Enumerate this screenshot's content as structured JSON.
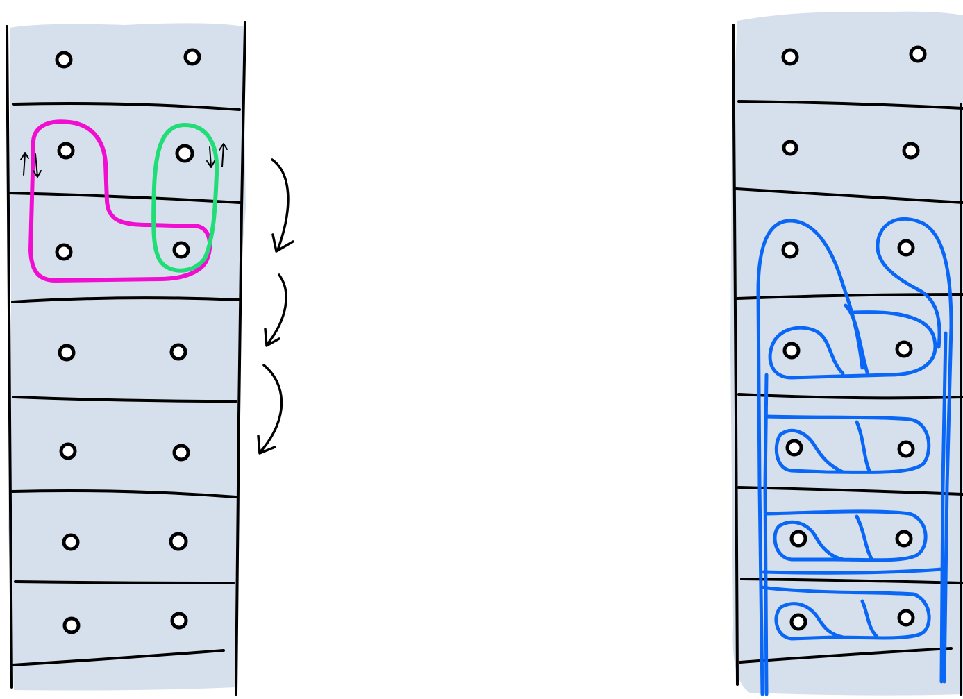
{
  "colors": {
    "panel_fill": "#d5e0ec",
    "ink": "#000000",
    "site_fill": "#ffffff",
    "magenta_loop": "#f00fd0",
    "green_loop": "#22dd77",
    "blue_loop": "#0a66f5"
  },
  "left_panel": {
    "row_count": 7,
    "sites_per_row": 2,
    "spin_arrows": [
      "↑↓",
      "↓↑"
    ],
    "highlighted_pairs": [
      "magenta-l-shape",
      "green-vertical-pair"
    ]
  },
  "flow_arrows": {
    "count": 3,
    "direction": "down"
  },
  "right_panel": {
    "row_count": 7,
    "sites_per_row": 2,
    "loop_color": "blue"
  }
}
